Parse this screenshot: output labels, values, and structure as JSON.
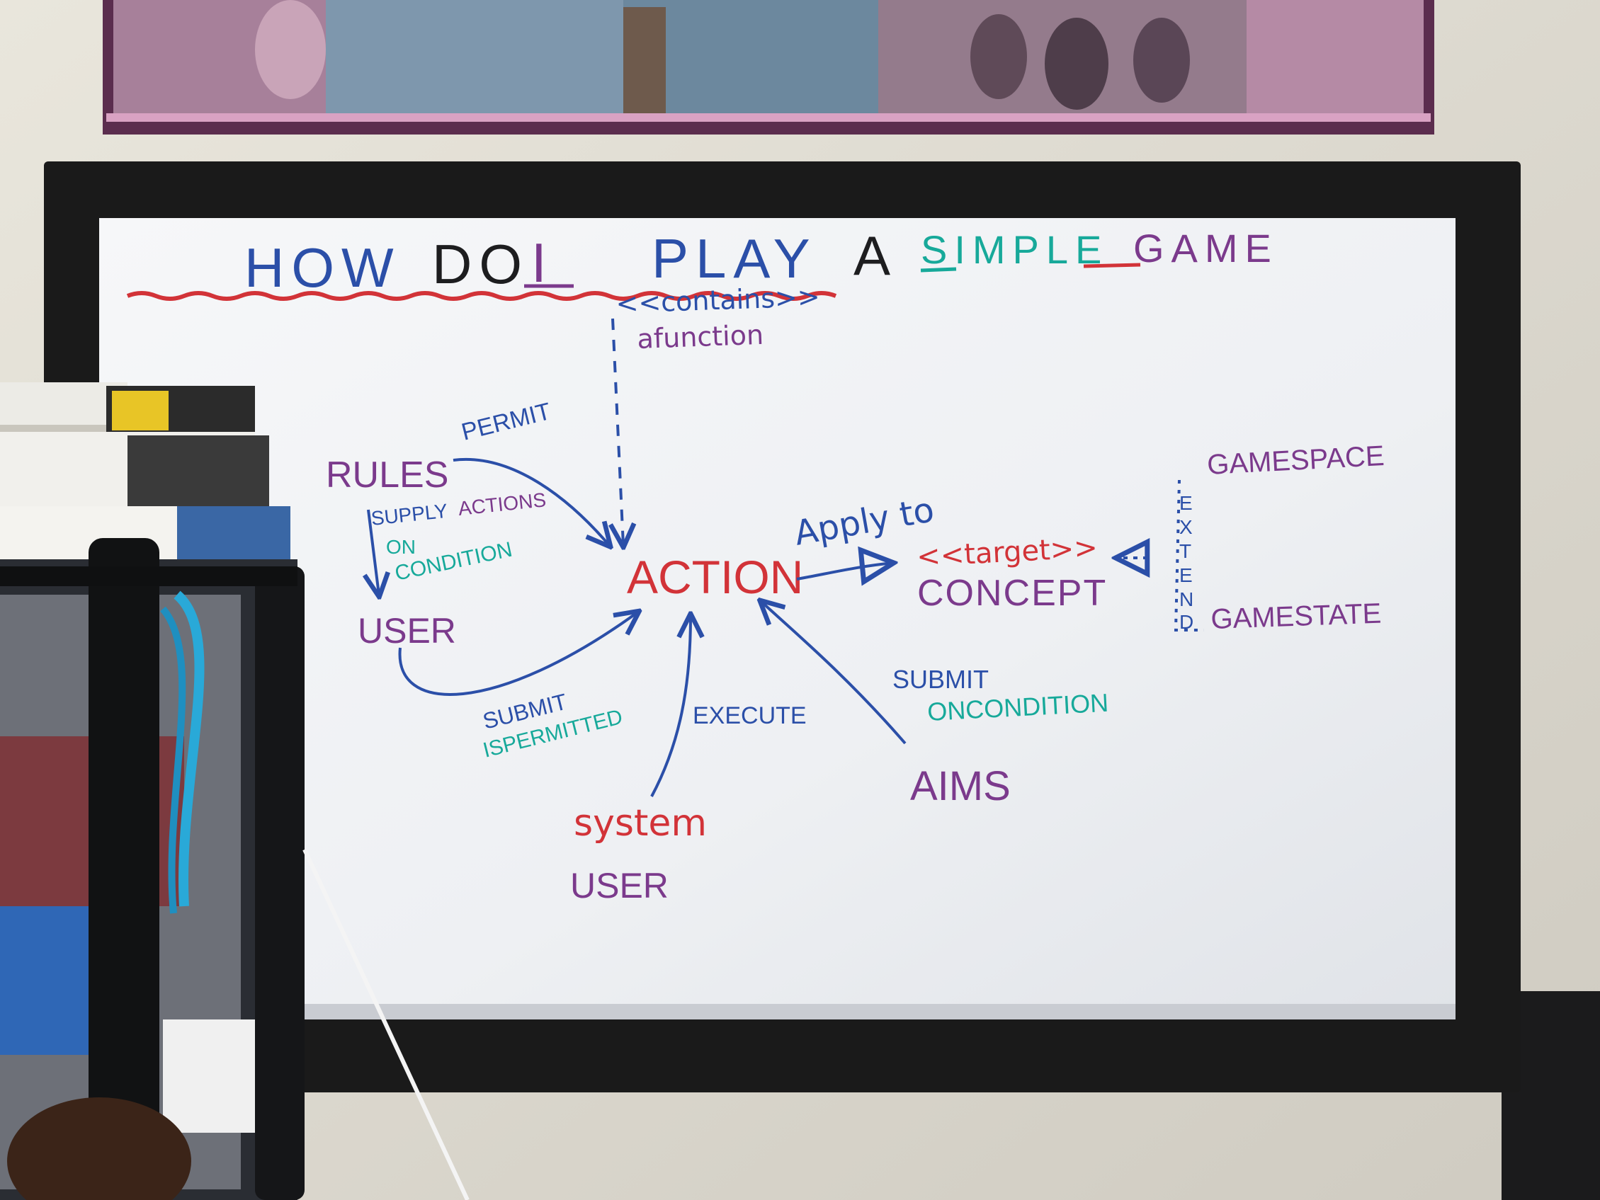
{
  "whiteboard": {
    "title": {
      "how": "HOW",
      "do": "DO",
      "i": "I",
      "play": "PLAY",
      "a": "A",
      "simple": "SIMPLE",
      "game": "GAME"
    },
    "labels": {
      "contains_line1": "<<contains>>",
      "contains_line2": "afunction",
      "permit": "PERMIT",
      "rules": "RULES",
      "supply": "SUPPLY",
      "actions": "ACTIONS",
      "on": "ON",
      "condition": "CONDITION",
      "user": "USER",
      "action": "ACTION",
      "apply_to": "Apply to",
      "target": "<<target>>",
      "concept": "CONCEPT",
      "extend": [
        "E",
        "X",
        "T",
        "E",
        "N",
        "D"
      ],
      "gamespace": "GAMESPACE",
      "gamestate": "GAMESTATE",
      "submit_left": "SUBMIT",
      "is_permitted": "ISPERMITTED",
      "execute": "EXECUTE",
      "submit_right": "SUBMIT",
      "on_condition": "ONCONDITION",
      "aims": "AIMS",
      "system": "system",
      "system_user": "USER"
    }
  },
  "colors": {
    "blue": "#2b4fa8",
    "purple": "#7b3a8c",
    "red": "#d23338",
    "teal": "#17a99a",
    "black": "#1d1d1f",
    "board": "#f3f4f6",
    "frame": "#1a1a1a",
    "wall": "#e3e0d6"
  }
}
